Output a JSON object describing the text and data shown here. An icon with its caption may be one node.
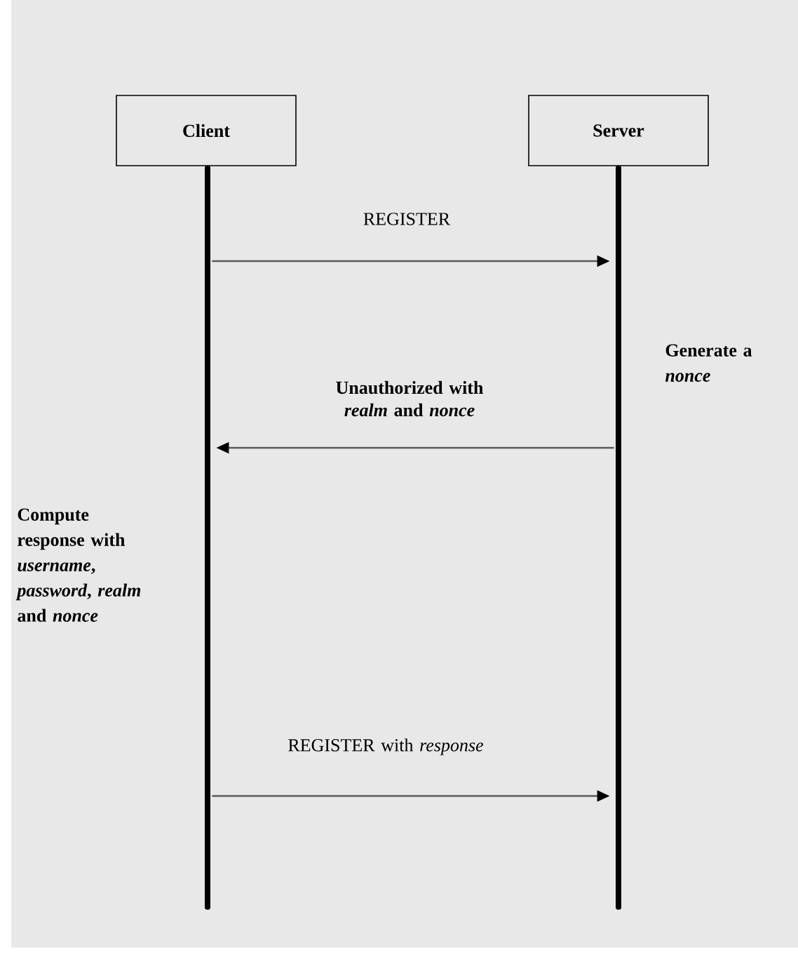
{
  "diagram": {
    "nodes": [
      {
        "text": [
          "Client"
        ]
      },
      {
        "text": [
          "Server"
        ]
      },
      {
        "text": [],
        "shape": "bar"
      },
      {
        "text": [],
        "shape": "bar"
      }
    ],
    "edges": [
      {
        "from": 2,
        "to": 3,
        "arrow": "to",
        "label": "REGISTER"
      },
      {
        "from": 3,
        "to": 2,
        "arrow": "to",
        "label": "Unauthorized with *realm* and *nonce*"
      },
      {
        "from": 2,
        "to": 3,
        "arrow": "to",
        "label": "REGISTER with *response*"
      }
    ],
    "labels": [
      "Generate a *nonce*",
      "Compute response with *username*, *password*, *realm* and *nonce*"
    ]
  }
}
